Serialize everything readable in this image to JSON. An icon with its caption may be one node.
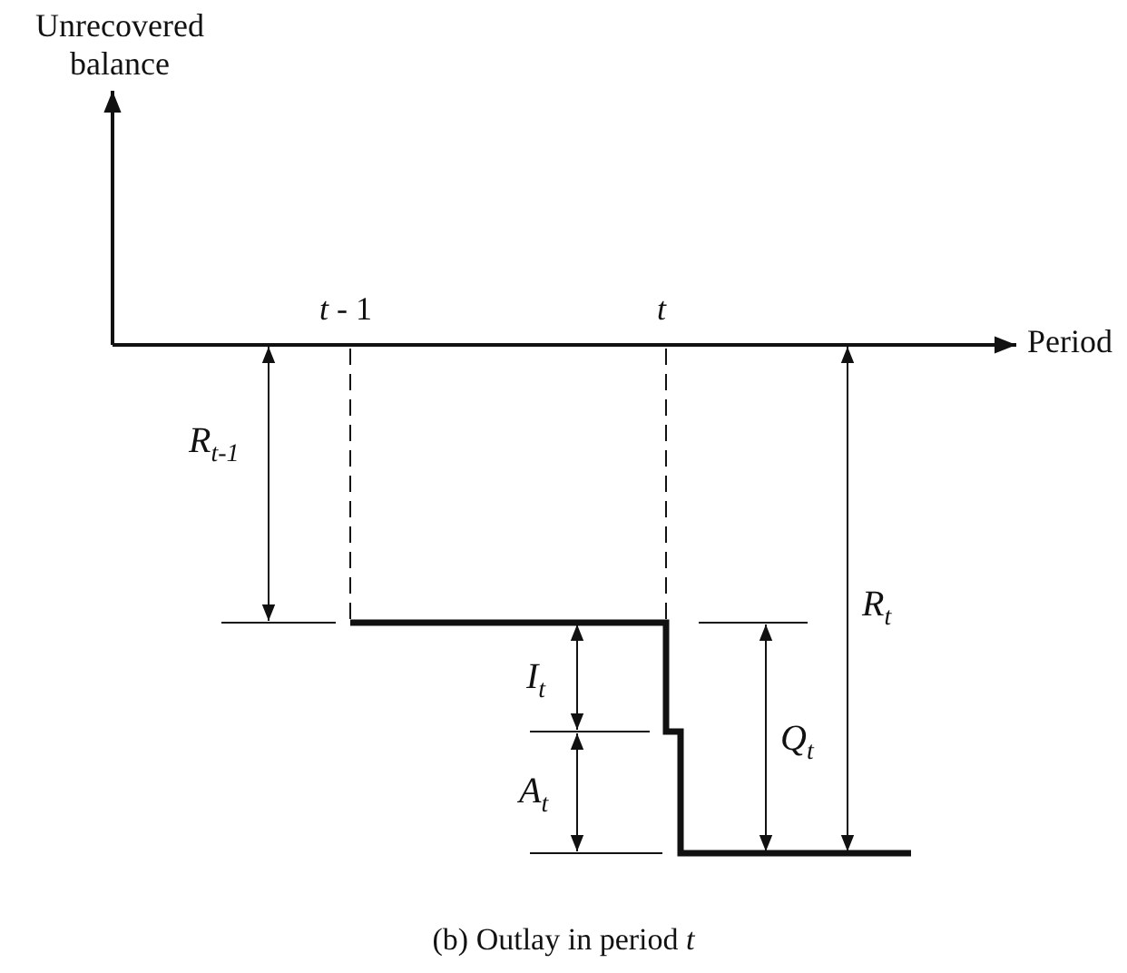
{
  "diagram": {
    "caption": "(b)  Outlay in period *t*",
    "labels": [
      "Unrecovered balance",
      "*t* - 1",
      "*t*",
      "Period",
      "*R*$_{t-1}$",
      "*I*$_{t}$",
      "*A*$_{t}$",
      "*Q*$_{t}$",
      "*R*$_{t}$"
    ]
  }
}
